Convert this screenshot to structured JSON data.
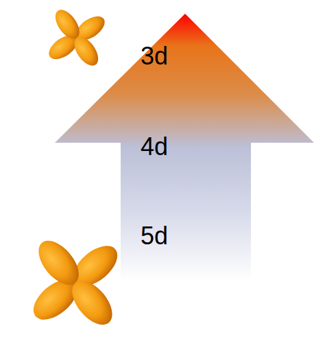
{
  "diagram": {
    "nodes": [
      {
        "text": [
          "3d",
          "4d",
          "5d"
        ]
      }
    ]
  }
}
